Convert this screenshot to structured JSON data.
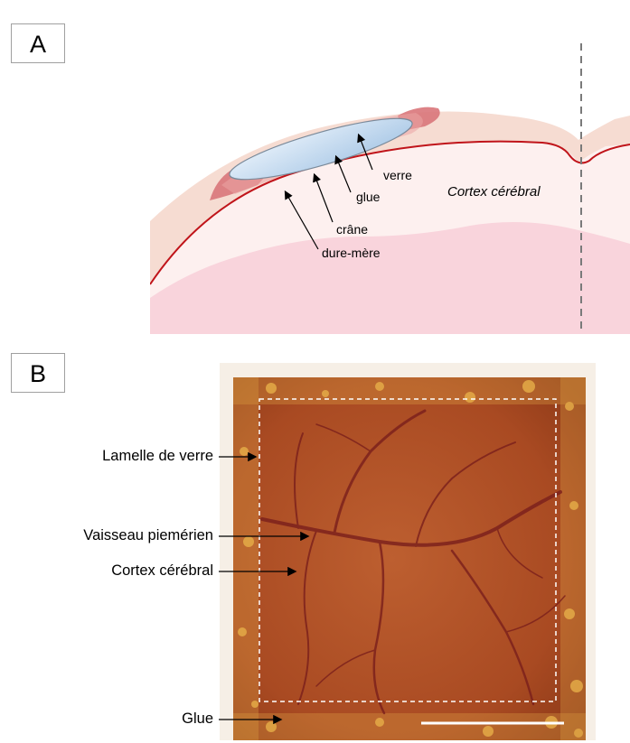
{
  "panel_a": {
    "letter": "A",
    "labels": {
      "verre": "verre",
      "glue": "glue",
      "crane": "crâne",
      "dure_mere": "dure-mère",
      "cortex": "Cortex cérébral"
    },
    "colors": {
      "skin": "#f6dcd2",
      "cortex": "#fdf0ef",
      "white_matter": "#f9d4dc",
      "dura_line": "#c0141a",
      "glue_red": "#d9757a",
      "glass": "#cfe2f3"
    }
  },
  "panel_b": {
    "letter": "B",
    "labels": {
      "lamelle": "Lamelle de verre",
      "vaisseau": "Vaisseau piemérien",
      "cortex": "Cortex cérébral",
      "glue": "Glue"
    },
    "colors": {
      "tissue": "#b5562a",
      "vessel": "#7a1f1c",
      "glue": "#e8b04a",
      "outline": "#ffffff"
    }
  }
}
